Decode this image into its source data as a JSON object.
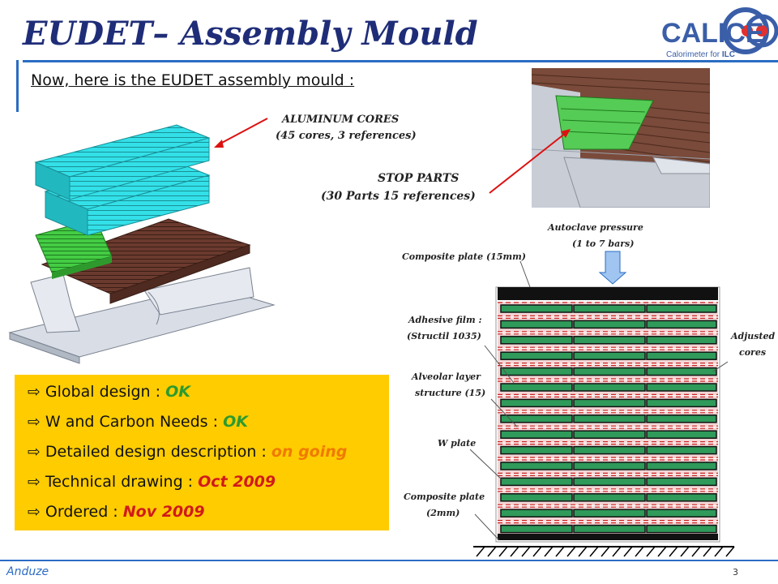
{
  "title": "EUDET– Assembly Mould",
  "subtitle": "Now, here is the EUDET assembly  mould :",
  "logo": {
    "text": "CALICE",
    "caption_prefix": "Calorimeter for ",
    "caption_emph": "ILC",
    "color_primary": "#3a5ea8",
    "color_accent": "#e03030"
  },
  "labels": {
    "aluminum_cores_line1": "ALUMINUM CORES",
    "aluminum_cores_line2": "(45 cores, 3 references)",
    "stop_parts_line1": "STOP PARTS",
    "stop_parts_line2": "(30 Parts 15 references)",
    "autoclave_line1": "Autoclave pressure",
    "autoclave_line2": "(1 to 7 bars)",
    "composite_top": "Composite plate (15mm)",
    "adhesive_line1": "Adhesive film :",
    "adhesive_line2": "(Structil 1035)",
    "alveolar_line1": "Alveolar layer",
    "alveolar_line2": "structure (15)",
    "w_plate": "W plate",
    "composite_bottom_line1": "Composite plate",
    "composite_bottom_line2": "(2mm)",
    "adjusted_line1": "Adjusted",
    "adjusted_line2": "cores"
  },
  "status": [
    {
      "label": "Global design : ",
      "value": "OK",
      "color": "#2e9a2e"
    },
    {
      "label": "W and Carbon Needs : ",
      "value": "OK",
      "color": "#2e9a2e"
    },
    {
      "label": "Detailed design description : ",
      "value": "on going",
      "color": "#f07a00"
    },
    {
      "label": "Technical drawing : ",
      "value": "Oct 2009",
      "color": "#d11a1a"
    },
    {
      "label": "Ordered : ",
      "value": "Nov 2009",
      "color": "#d11a1a"
    }
  ],
  "status_bullet": "⇨",
  "footer": {
    "author": "Anduze",
    "page": "3"
  },
  "colors": {
    "title": "#1f2d78",
    "rule": "#2b6cc4",
    "status_bg": "#ffcc00",
    "cyan_core": "#33e0e8",
    "green_core": "#44cc44",
    "brown_w": "#6b3a2e"
  }
}
